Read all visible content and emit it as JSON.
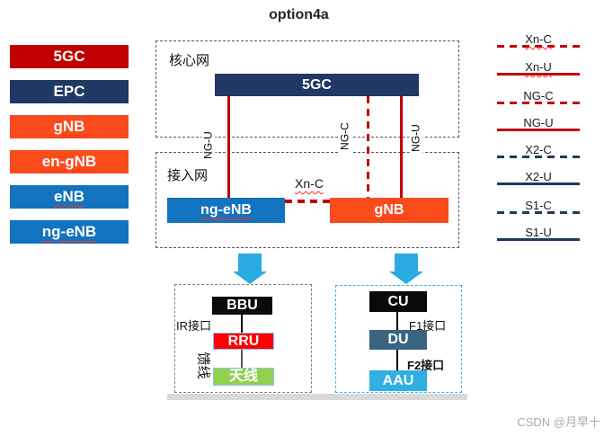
{
  "title": "option4a",
  "sidebar": {
    "items": [
      {
        "label": "5GC",
        "bg": "#C00000",
        "squiggle": false
      },
      {
        "label": "EPC",
        "bg": "#1F3864",
        "squiggle": false
      },
      {
        "label": "gNB",
        "bg": "#FA4B1D",
        "squiggle": true
      },
      {
        "label": "en-gNB",
        "bg": "#FA4B1D",
        "squiggle": true
      },
      {
        "label": "eNB",
        "bg": "#1373BE",
        "squiggle": true
      },
      {
        "label": "ng-eNB",
        "bg": "#1373BE",
        "squiggle": true
      }
    ]
  },
  "diagram": {
    "core_group_label": "核心网",
    "access_group_label": "接入网",
    "nodes": {
      "core": {
        "label": "5GC",
        "bg": "#1F3864",
        "squiggle": false
      },
      "ngenb": {
        "label": "ng-eNB",
        "bg": "#1373BE",
        "squiggle": true
      },
      "gnb": {
        "label": "gNB",
        "bg": "#FA4B1D",
        "squiggle": true
      }
    },
    "links": {
      "ng_u_left": {
        "label": "NG-U",
        "color": "#C00000",
        "dash": "solid",
        "orient": "v",
        "squiggle": false
      },
      "ng_c": {
        "label": "NG-C",
        "color": "#C00000",
        "dash": "dashed",
        "orient": "v",
        "squiggle": false
      },
      "ng_u_right": {
        "label": "NG-U",
        "color": "#C00000",
        "dash": "solid",
        "orient": "v",
        "squiggle": false
      },
      "xn_c": {
        "label": "Xn-C",
        "color": "#C00000",
        "dash": "dashed",
        "orient": "h",
        "squiggle": true
      }
    }
  },
  "legend": {
    "items": [
      {
        "label": "Xn-C",
        "color": "#C00000",
        "dash": "dashed",
        "orient": "h",
        "squiggle": true
      },
      {
        "label": "Xn-U",
        "color": "#C00000",
        "dash": "solid",
        "orient": "h",
        "squiggle": true
      },
      {
        "label": "NG-C",
        "color": "#C00000",
        "dash": "dashed",
        "orient": "h",
        "squiggle": false
      },
      {
        "label": "NG-U",
        "color": "#C00000",
        "dash": "solid",
        "orient": "h",
        "squiggle": false
      },
      {
        "label": "X2-C",
        "color": "#1F3864",
        "dash": "dashed",
        "orient": "h",
        "squiggle": false
      },
      {
        "label": "X2-U",
        "color": "#1F3864",
        "dash": "solid",
        "orient": "h",
        "squiggle": false
      },
      {
        "label": "S1-C",
        "color": "#1F3864",
        "dash": "dashed",
        "orient": "h",
        "squiggle": false
      },
      {
        "label": "S1-U",
        "color": "#1F3864",
        "dash": "solid",
        "orient": "h",
        "squiggle": false
      }
    ]
  },
  "split": {
    "left": {
      "iface_top": "IR接口",
      "iface_side": "馈线",
      "units": [
        {
          "label": "BBU",
          "bg": "#0A0A0A"
        },
        {
          "label": "RRU",
          "bg": "#FF0000"
        },
        {
          "label": "天线",
          "bg": "#92D050"
        }
      ]
    },
    "right": {
      "iface_top": "F1接口",
      "iface_mid": "F2接口",
      "units": [
        {
          "label": "CU",
          "bg": "#0A0A0A"
        },
        {
          "label": "DU",
          "bg": "#3A6480"
        },
        {
          "label": "AAU",
          "bg": "#2FAFE4"
        }
      ]
    }
  },
  "watermark": "CSDN @月早十",
  "colors": {
    "arrow": "#29ABE2",
    "ground": "#D9D9D9",
    "line_red": "#C00000",
    "line_navy": "#1F3864",
    "group_border_gray": "#7F7F7F",
    "group_border_blue": "#45AEE0"
  }
}
